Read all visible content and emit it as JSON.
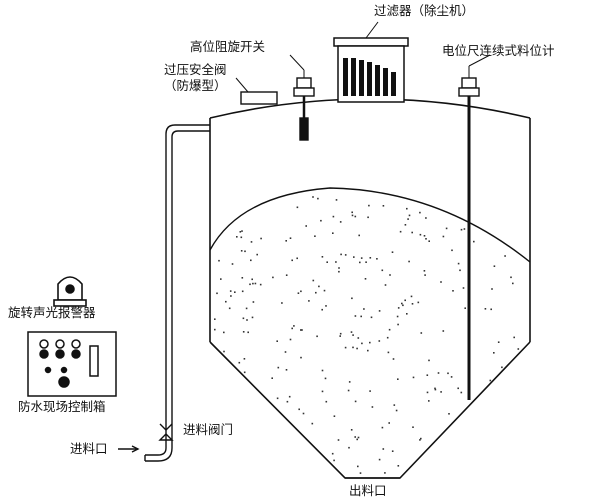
{
  "labels": {
    "filter": "过滤器（除尘机）",
    "high_level_switch": "高位阻旋开关",
    "level_meter": "电位尺连续式料位计",
    "safety_valve_line1": "过压安全阀",
    "safety_valve_line2": "（防爆型）",
    "alarm": "旋转声光报警器",
    "control_box": "防水现场控制箱",
    "inlet_valve": "进料阀门",
    "inlet": "进料口",
    "outlet": "出料口"
  },
  "colors": {
    "stroke": "#111111",
    "fill": "#ffffff",
    "speckle": "#333333"
  }
}
